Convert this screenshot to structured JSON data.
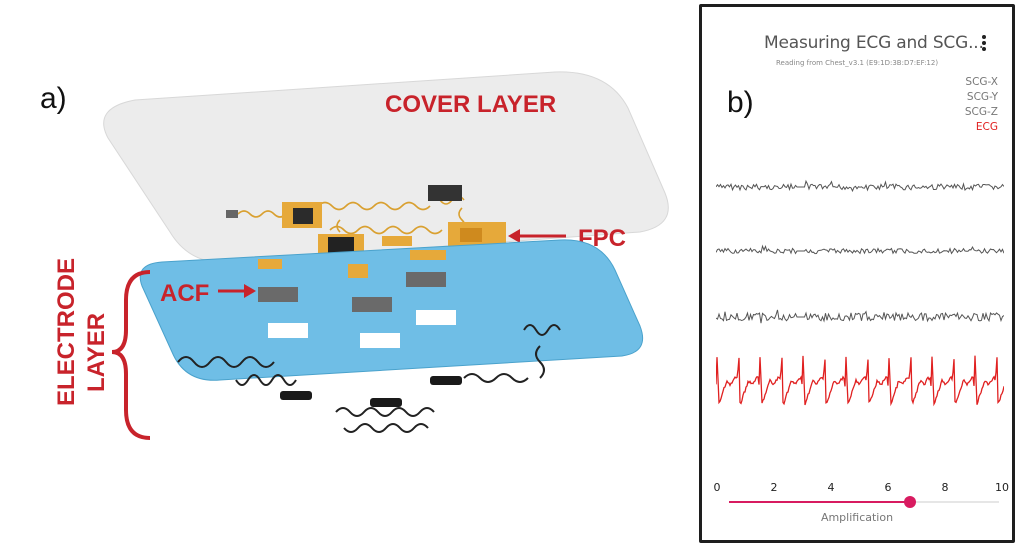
{
  "panel_a": {
    "label": "a)",
    "cover_layer": "COVER LAYER",
    "fpc": "FPC",
    "acf": "ACF",
    "electrode": "ELECTRODE",
    "layer": "LAYER"
  },
  "panel_b": {
    "label": "b)",
    "app": {
      "title": "Measuring ECG and SCG...",
      "subtitle": "Reading from Chest_v3.1 (E9:1D:3B:D7:EF:12)",
      "menu_icon": "kebab-menu-icon"
    },
    "legend": [
      "SCG-X",
      "SCG-Y",
      "SCG-Z",
      "ECG"
    ],
    "colors": {
      "scg": "#555555",
      "ecg": "#e02020",
      "accent": "#d81b60"
    },
    "amplification": {
      "label": "Amplification",
      "ticks": [
        "0",
        "2",
        "4",
        "6",
        "8",
        "10"
      ],
      "min": 0,
      "max": 10,
      "value": 6.7
    }
  }
}
